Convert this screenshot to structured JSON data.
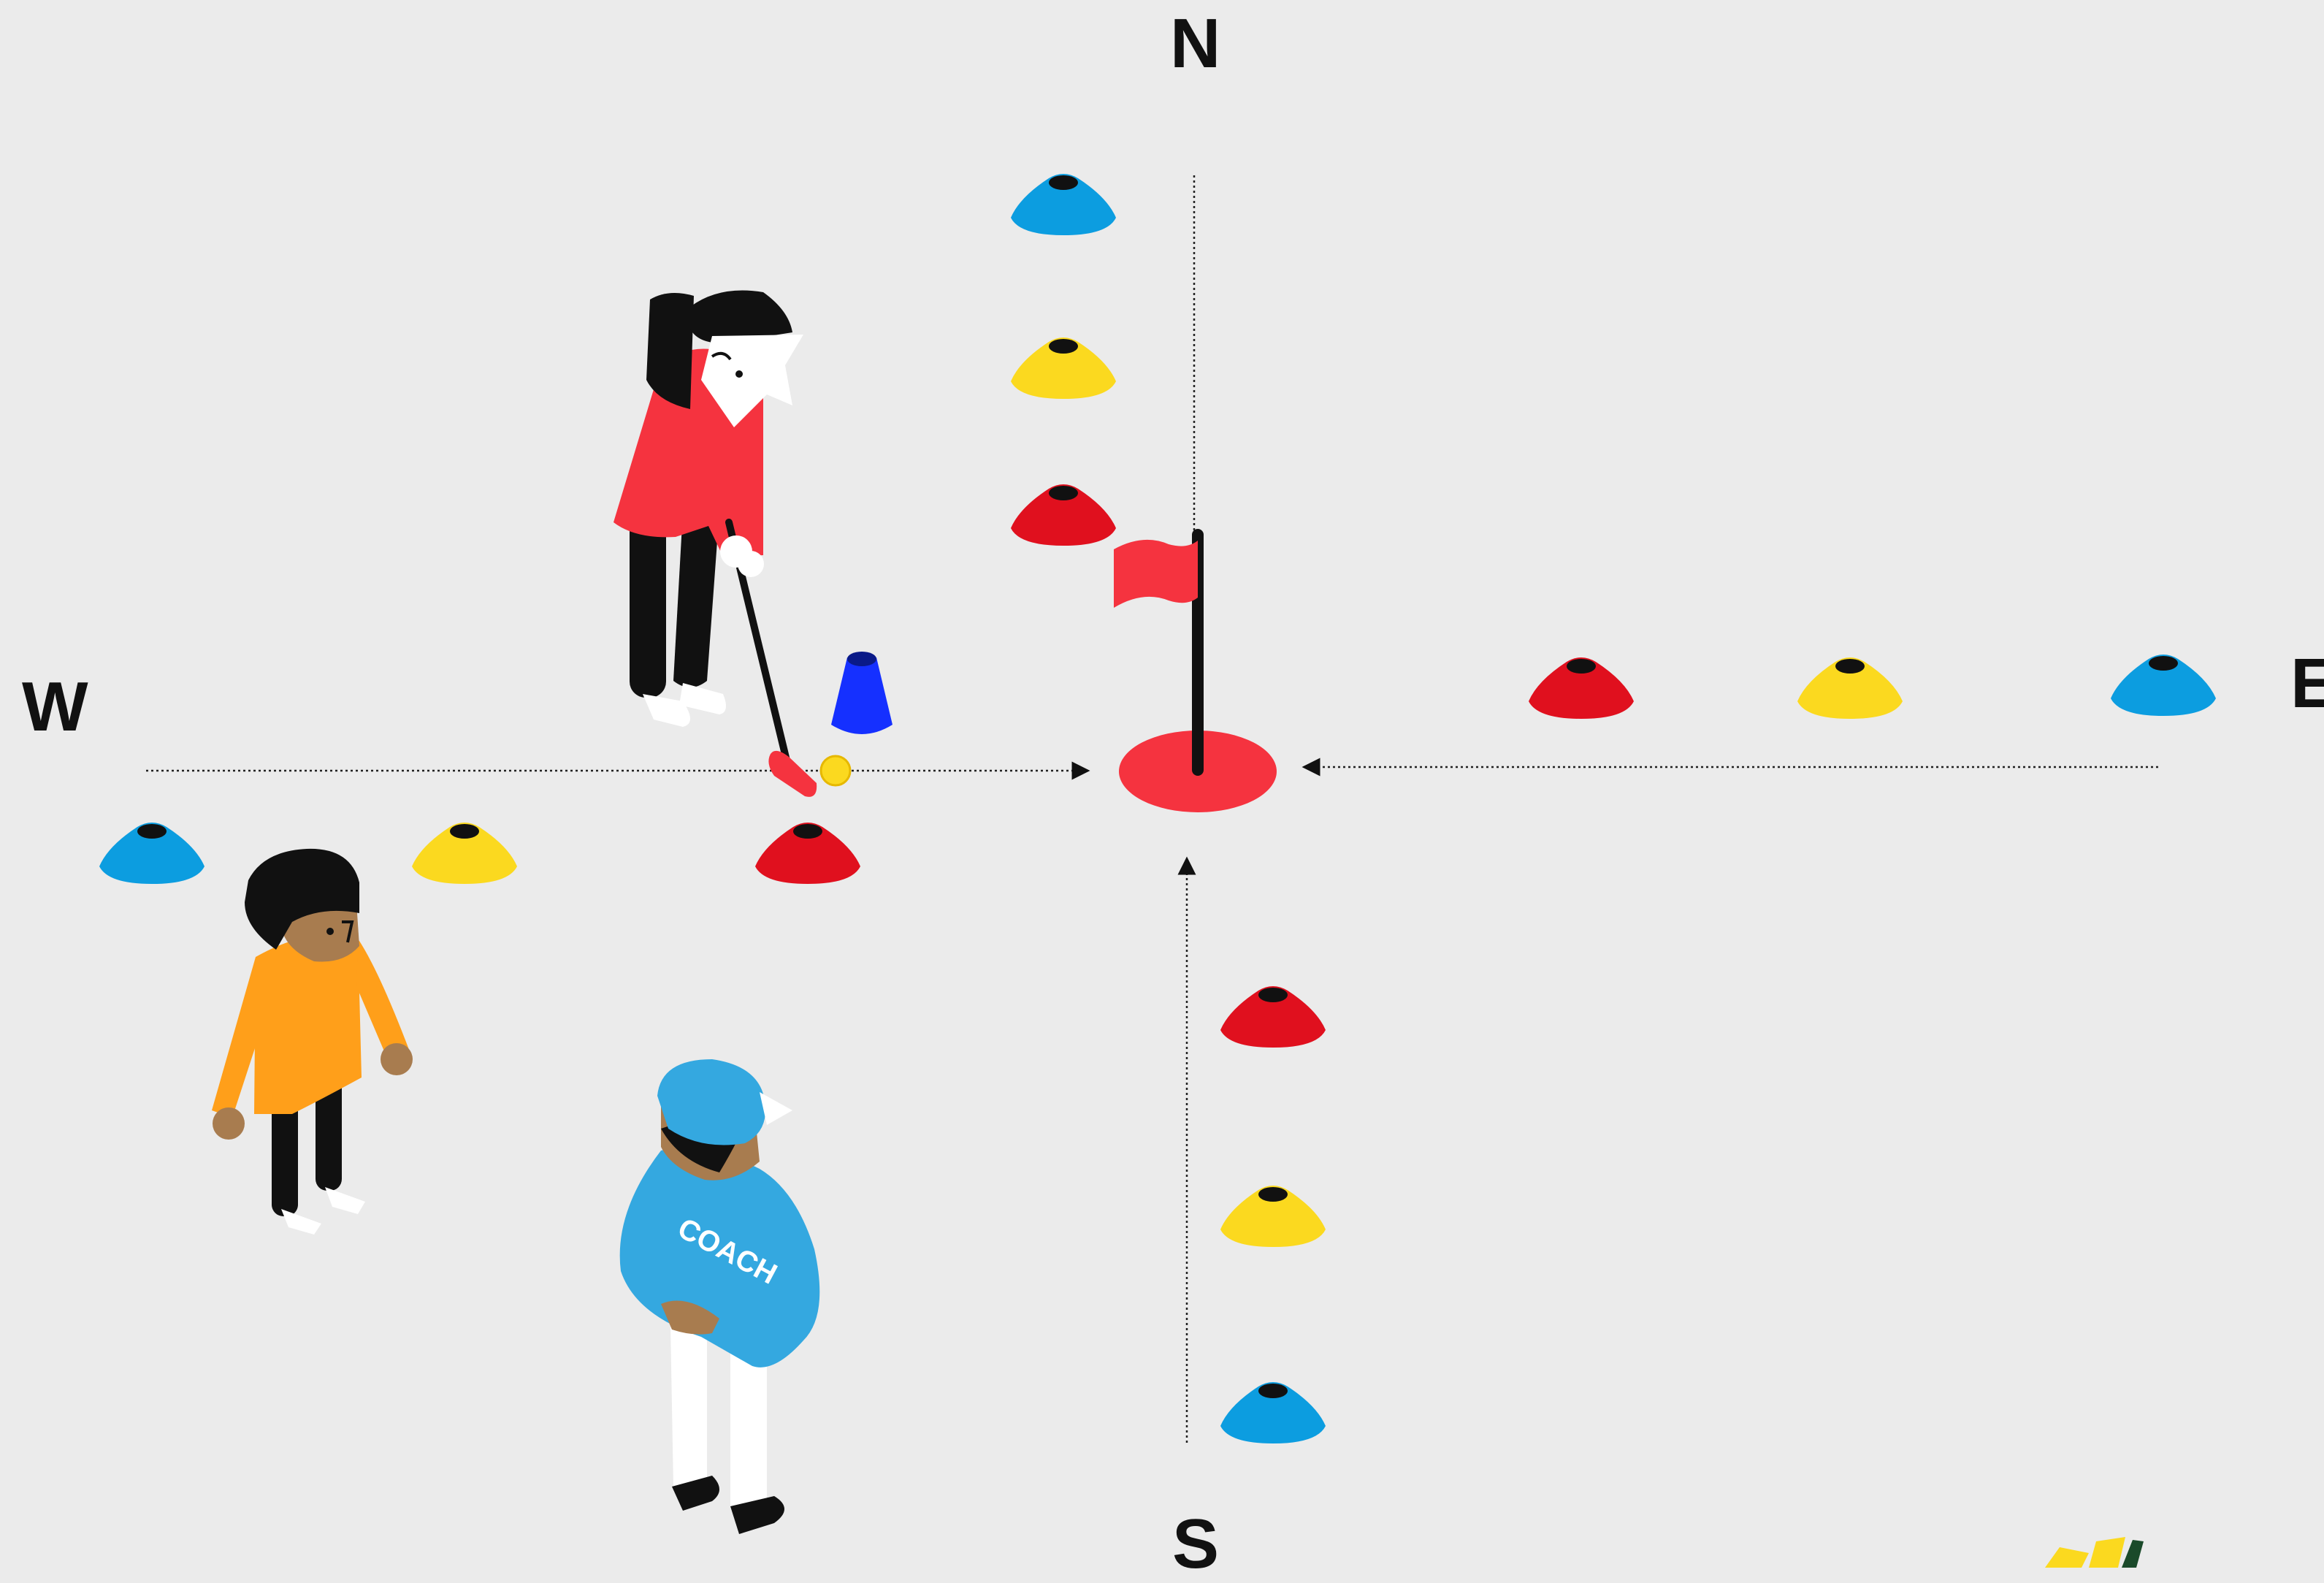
{
  "compass": {
    "north": "N",
    "south": "S",
    "east": "E",
    "west": "W"
  },
  "coach": {
    "shirt_text": "COACH"
  },
  "colors": {
    "background": "#ebebeb",
    "red": "#e0101e",
    "yellow": "#fbd91f",
    "blue": "#0c9de0",
    "coral": "#f5333f",
    "orange": "#ff9f1a",
    "coach_blue": "#34a8e0",
    "marker_blue": "#1530ff"
  },
  "cones": {
    "north": [
      "blue-cone",
      "yellow-cone",
      "red-cone"
    ],
    "east": [
      "red-cone",
      "yellow-cone",
      "blue-cone"
    ],
    "south": [
      "red-cone",
      "yellow-cone",
      "blue-cone"
    ],
    "west": [
      "blue-cone",
      "yellow-cone",
      "red-cone"
    ]
  },
  "people": [
    "golfer-putting",
    "child-waiting",
    "coach-watching"
  ],
  "hole": {
    "flag_color": "#f5333f"
  }
}
